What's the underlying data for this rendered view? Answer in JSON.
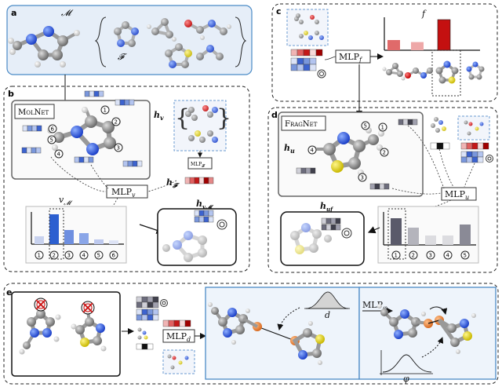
{
  "panels": {
    "a": {
      "letter": "a",
      "M": "𝓜",
      "F": "𝓕"
    },
    "b": {
      "letter": "b",
      "title": "MolNet",
      "hv": "h",
      "hv_sub": "v",
      "mlpv": "MLP",
      "mlpv_sub": "v",
      "mlpF": "MLP",
      "mlpF_sub": "𝓕",
      "hF": "h",
      "hF_sub": "𝓕",
      "vM": "v",
      "vM_sub": "𝓜",
      "hvM": "h",
      "hvM_sub": "v𝓜",
      "atom_numbers": [
        "1",
        "2",
        "3",
        "4",
        "5",
        "6"
      ],
      "bar_values": [
        0.25,
        0.95,
        0.45,
        0.35,
        0.15,
        0.12
      ],
      "xtick_labels": [
        "1",
        "2",
        "3",
        "4",
        "5",
        "6"
      ]
    },
    "c": {
      "letter": "c",
      "f": "f",
      "mlpf": "MLP",
      "mlpf_sub": "f",
      "bar_values": [
        0.25,
        0.2,
        0.75
      ]
    },
    "d": {
      "letter": "d",
      "title": "FragNet",
      "hu": "h",
      "hu_sub": "u",
      "mlpu": "MLP",
      "mlpu_sub": "u",
      "uf": "u",
      "uf_sub": "f",
      "huf": "h",
      "huf_sub": "uf",
      "atom_numbers": [
        "1",
        "2",
        "3",
        "4",
        "5"
      ],
      "bar_values": [
        0.85,
        0.55,
        0.3,
        0.3,
        0.65
      ],
      "xtick_labels": [
        "1",
        "2",
        "3",
        "4",
        "5"
      ]
    },
    "e": {
      "letter": "e",
      "mlpd": "MLP",
      "mlpd_sub": "d",
      "d": "d",
      "mlpphi": "MLP",
      "mlpphi_sub": "φ",
      "phi": "φ"
    }
  },
  "colors": {
    "blue_box": "#4a8ac6",
    "panel_a_fill": "#e6eef8",
    "red": "#cc1111",
    "blue": "#2c5fd0",
    "grey_atom": "#8a8a8a"
  }
}
